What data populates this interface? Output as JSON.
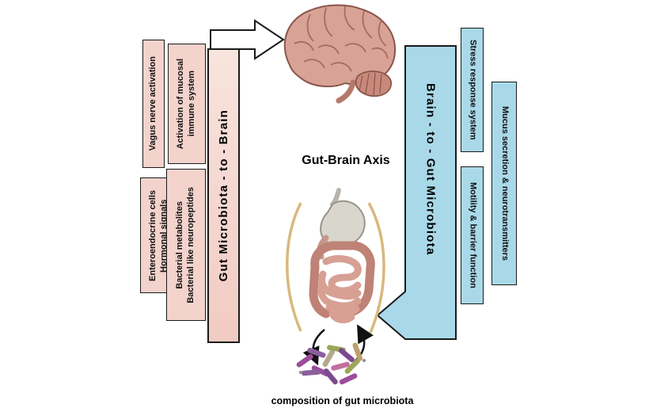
{
  "diagram": {
    "title": "Gut-Brain Axis",
    "caption": "composition of gut microbiota"
  },
  "left_pathway": {
    "bar_label": "Gut Microbiota - to - Brain",
    "boxes": [
      {
        "lines": [
          "Vagus nerve activation"
        ]
      },
      {
        "lines": [
          "Activation of mucosal",
          "immune system"
        ]
      },
      {
        "lines": [
          "Enteroendocrine cells",
          "Hormonal signals"
        ]
      },
      {
        "lines": [
          "Bacterial metabolites",
          "Bacterial like neuropeptides"
        ]
      }
    ]
  },
  "right_pathway": {
    "bar_label": "Brain - to - Gut Microbiota",
    "boxes": [
      {
        "lines": [
          "Stress response system"
        ]
      },
      {
        "lines": [
          "Mucus secretion & neurotransmitters"
        ]
      },
      {
        "lines": [
          "Motility & barrier function"
        ]
      }
    ]
  },
  "illustrations": {
    "top": "brain-illustration",
    "middle": "digestive-tract-illustration",
    "bottom": "gut-bacteria-illustration"
  },
  "colors": {
    "pathway_pink": "#f3d3cc",
    "pathway_blue": "#a9d9e9",
    "outline": "#1a1a1a",
    "background": "#ffffff"
  }
}
